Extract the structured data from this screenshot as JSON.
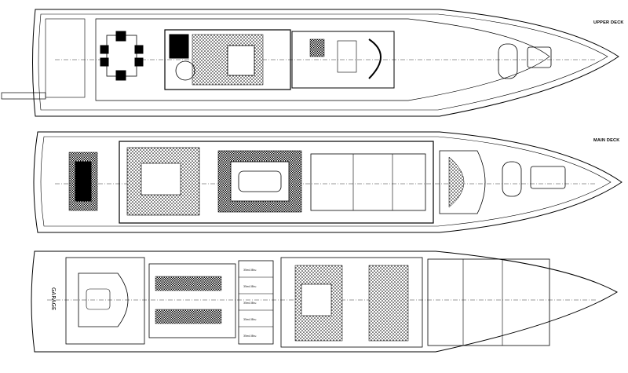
{
  "decks": {
    "upper": {
      "label": "UPPER DECK"
    },
    "main": {
      "label": "MAIN DECK"
    },
    "lower": {
      "label": "GARAGE"
    }
  },
  "cabin_labels": [
    "35m4 Bhu",
    "35m4 Bhu",
    "35m4 Bhu",
    "35m4 Bhu",
    "35m4 Bhu"
  ],
  "colors": {
    "line": "#000000",
    "background": "#ffffff",
    "fill_dark": "#111111",
    "fill_mid": "#555555"
  }
}
